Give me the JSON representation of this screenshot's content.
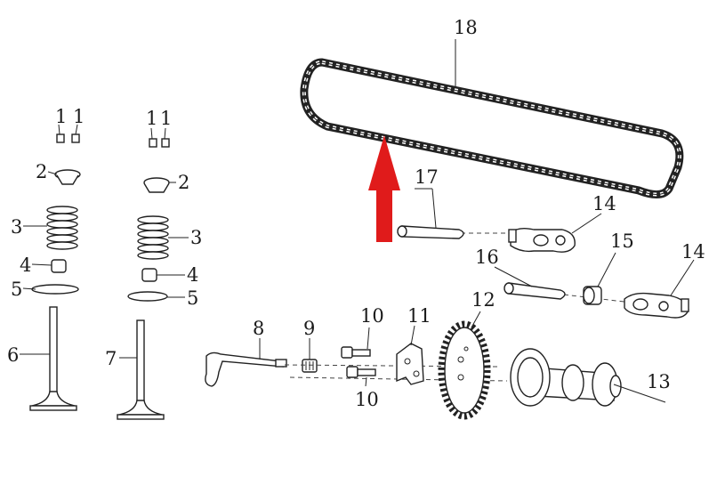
{
  "diagram": {
    "labels": {
      "p1a": "1",
      "p1b": "1",
      "p1c": "1",
      "p1d": "1",
      "p2a": "2",
      "p2b": "2",
      "p3a": "3",
      "p3b": "3",
      "p4a": "4",
      "p4b": "4",
      "p5a": "5",
      "p5b": "5",
      "p6": "6",
      "p7": "7",
      "p8": "8",
      "p9": "9",
      "p10a": "10",
      "p10b": "10",
      "p11": "11",
      "p12": "12",
      "p13": "13",
      "p14a": "14",
      "p14b": "14",
      "p15": "15",
      "p16": "16",
      "p17": "17",
      "p18": "18"
    },
    "colors": {
      "line": "#222222",
      "arrow": "#e01b1b"
    },
    "highlight_icon": "red-up-arrow-icon"
  }
}
